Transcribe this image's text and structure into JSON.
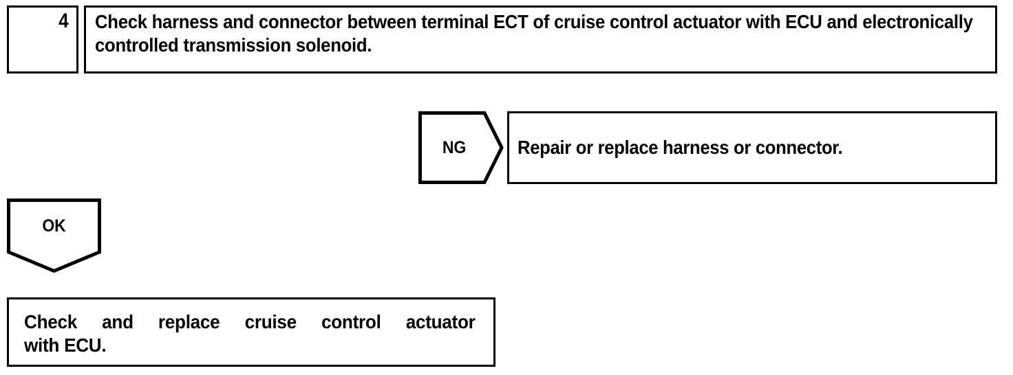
{
  "diagram": {
    "type": "troubleshooting-flowchart",
    "step": {
      "number": "4",
      "instruction": "Check harness and connector between terminal ECT of cruise control actuator with ECU and electronically controlled transmission solenoid."
    },
    "branches": [
      {
        "label": "NG",
        "shape": "pentagon-right",
        "result": "Repair or replace harness or connector."
      },
      {
        "label": "OK",
        "shape": "pentagon-down",
        "result_line1": "Check and replace cruise control actuator",
        "result_line2": "with ECU.",
        "result": "Check and replace cruise control actuator with ECU."
      }
    ]
  }
}
